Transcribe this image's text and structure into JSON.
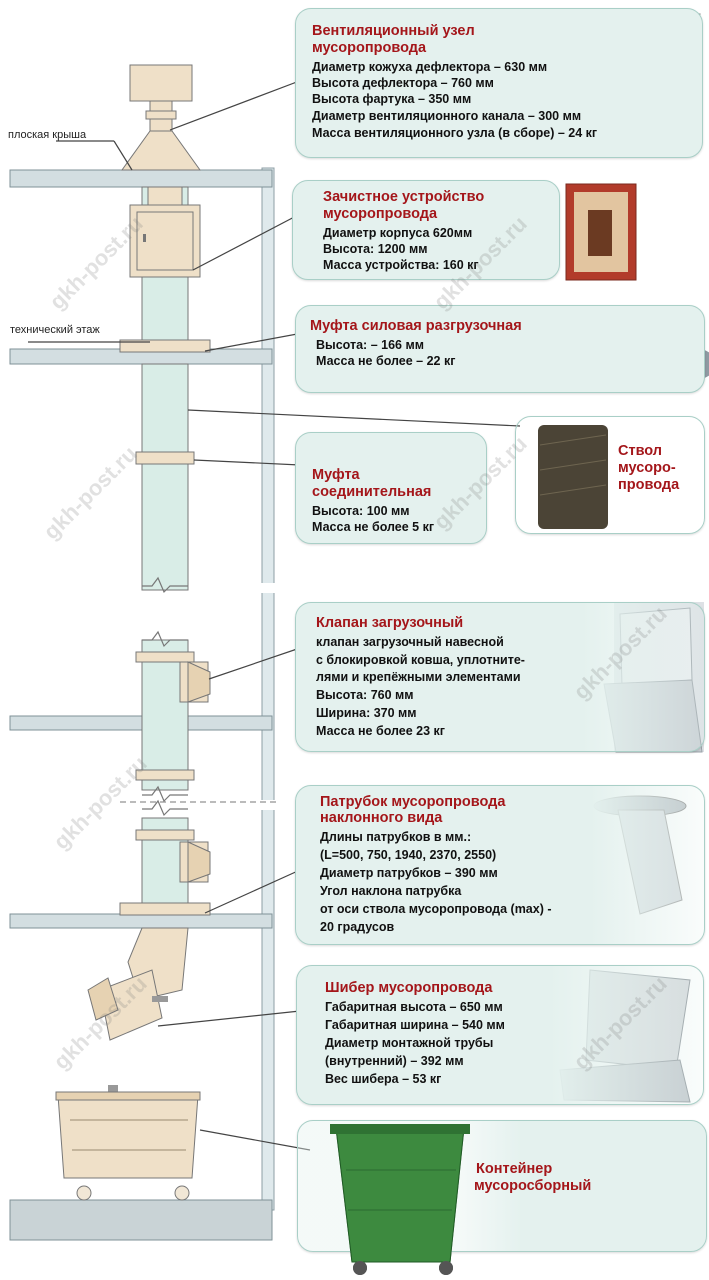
{
  "labels": {
    "flat_roof": "плоская крыша",
    "tech_floor": "технический этаж"
  },
  "cards": {
    "vent": {
      "title": [
        "Вентиляционный узел",
        "мусоропровода"
      ],
      "lines": [
        "Диаметр кожуха дефлектора – 630 мм",
        "Высота дефлектора – 760 мм",
        "Высота фартука – 350 мм",
        "Диаметр вентиляционного канала – 300 мм",
        "Масса вентиляционного узла (в сборе) – 24 кг"
      ]
    },
    "cleaner": {
      "title": [
        "Зачистное устройство",
        "мусоропровода"
      ],
      "lines": [
        "Диаметр корпуса 620мм",
        "Высота: 1200 мм",
        "Масса устройства: 160 кг"
      ]
    },
    "coupling_power": {
      "title": [
        "Муфта силовая разгрузочная"
      ],
      "lines": [
        "Высота: – 166 мм",
        "Масса не более – 22 кг"
      ]
    },
    "coupling_conn": {
      "title": [
        "Муфта",
        "соединительная"
      ],
      "lines": [
        "Высота: 100 мм",
        "Масса не более 5 кг"
      ]
    },
    "trunk": {
      "title": [
        "Ствол",
        "мусоро-",
        "провода"
      ]
    },
    "valve": {
      "title": [
        "Клапан загрузочный"
      ],
      "lines": [
        "клапан загрузочный навесной",
        "с блокировкой ковша, уплотните-",
        "лями и крепёжными элементами",
        "Высота: 760 мм",
        "Ширина: 370 мм",
        "Масса не более 23 кг"
      ]
    },
    "branch": {
      "title": [
        "Патрубок мусоропровода",
        "наклонного вида"
      ],
      "lines": [
        "Длины патрубков в мм.:",
        "(L=500, 750, 1940, 2370, 2550)",
        "Диаметр патрубков – 390 мм",
        "Угол наклона патрубка",
        "от оси ствола мусоропровода (max) -",
        "20 градусов"
      ]
    },
    "gate": {
      "title": [
        "Шибер мусоропровода"
      ],
      "lines": [
        "Габаритная высота – 650 мм",
        "Габаритная ширина – 540 мм",
        "Диаметр монтажной трубы",
        "(внутренний) – 392 мм",
        "Вес шибера – 53 кг"
      ]
    },
    "container": {
      "title": [
        "Контейнер",
        "мусоросборный"
      ]
    }
  },
  "watermark": "gkh-post.ru",
  "colors": {
    "title_red": "#a4161a",
    "card_bg": "#e4f1ee",
    "card_border": "#a9cfc7",
    "pipe": "#d9ede7",
    "metal": "#efe0c8",
    "slab": "#d3dee1",
    "container_green": "#3d8a3f"
  }
}
